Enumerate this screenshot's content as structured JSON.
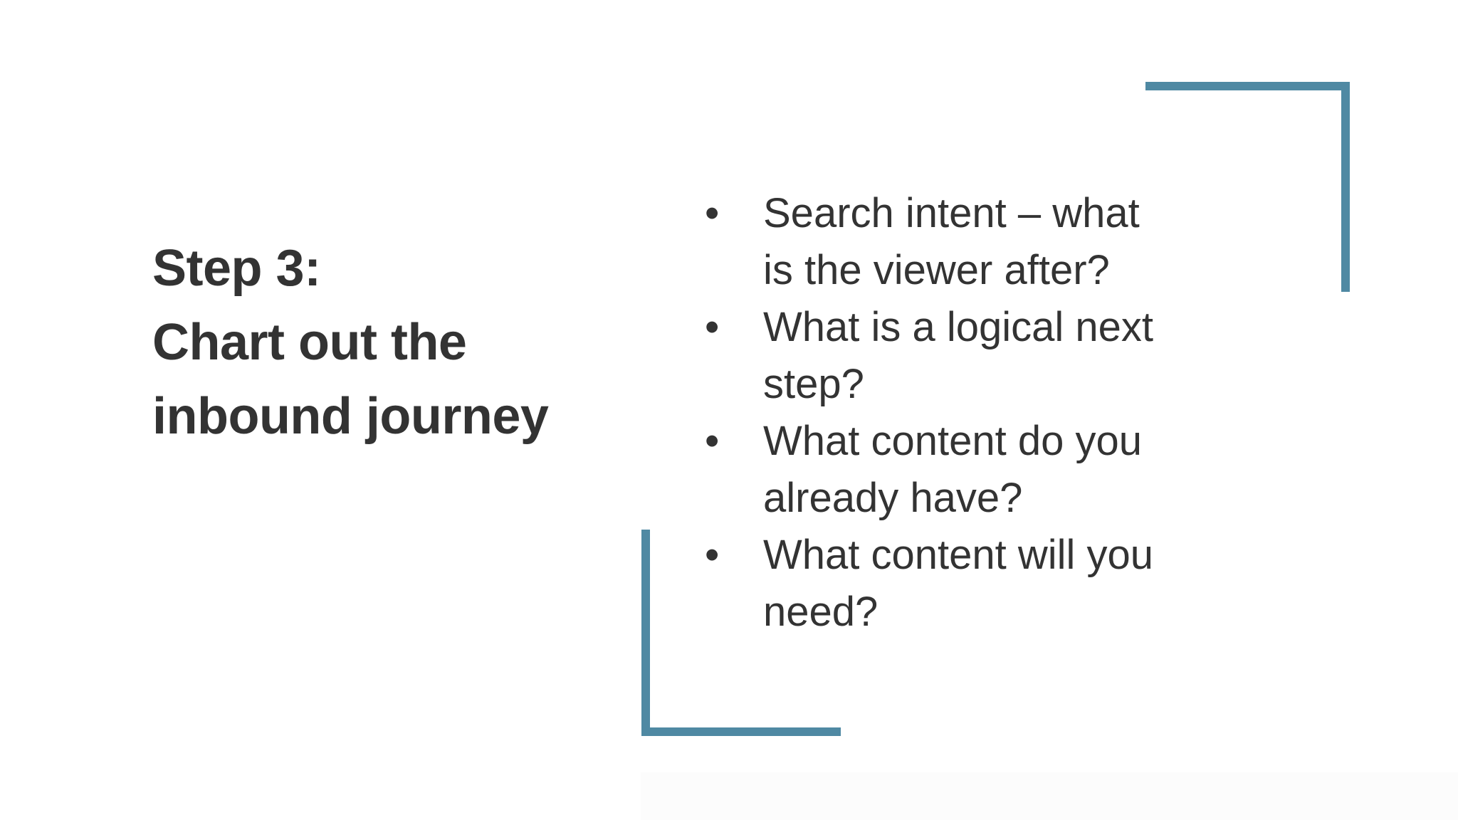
{
  "slide": {
    "background_color": "#ffffff",
    "text_color": "#333333",
    "accent_color": "#4f89a3",
    "title": "Step 3:\nChart out the inbound journey",
    "bullet_marker": "•",
    "bullets": [
      {
        "text": "Search intent – what is the viewer after?"
      },
      {
        "text": "What is a logical next step?"
      },
      {
        "text": "What content do you already have?"
      },
      {
        "text": "What content will you need?"
      }
    ],
    "decorations": [
      {
        "name": "top-right-bracket",
        "color": "#4f89a3"
      },
      {
        "name": "bottom-left-bracket",
        "color": "#4f89a3"
      }
    ]
  }
}
